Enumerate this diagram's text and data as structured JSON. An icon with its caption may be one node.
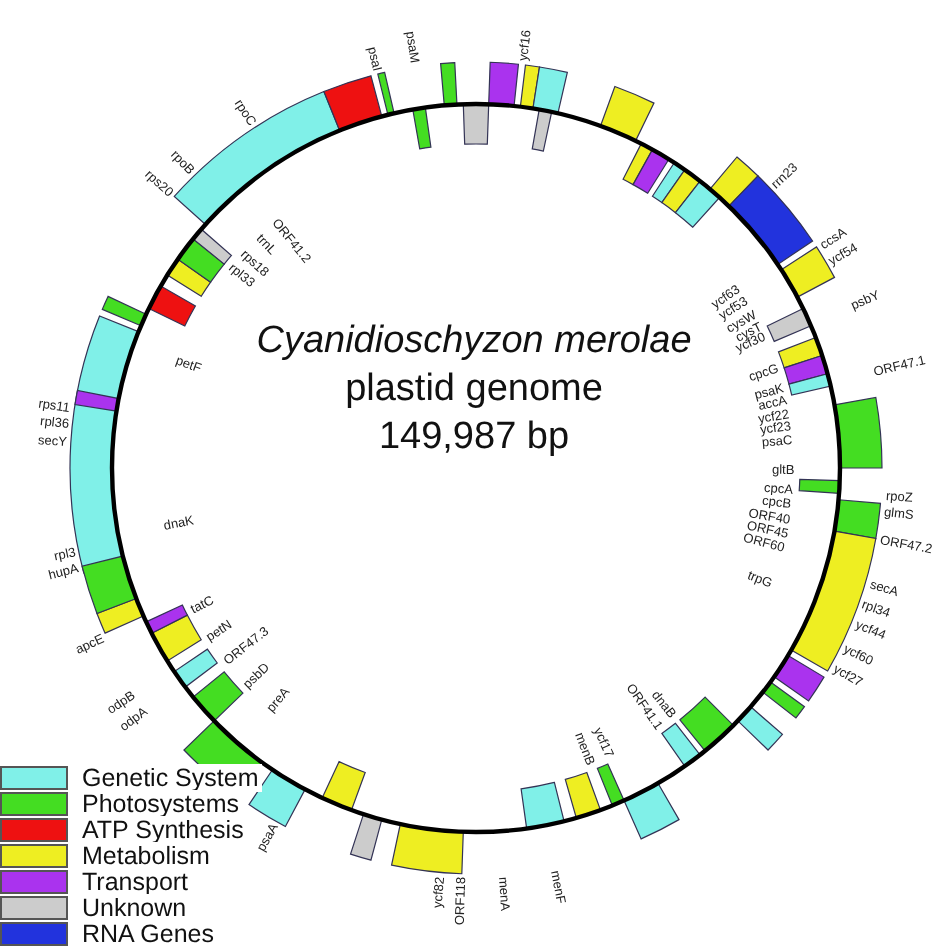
{
  "diagram": {
    "labels": [
      "Cyanidioschyzon merolae",
      "plastid genome",
      "149,987 bp",
      "rpoC",
      "rpoB",
      "rps20",
      "psaI",
      "psaM",
      "ycf16",
      "rrn23",
      "ccsA",
      "ycf54",
      "psbY",
      "ORF47.1",
      "rpoZ",
      "glmS",
      "ORF47.2",
      "secA",
      "rpl34",
      "ycf44",
      "ycf60",
      "ycf27",
      "ycf82",
      "ORF118",
      "menA",
      "menF",
      "psaA",
      "odpB",
      "odpA",
      "apcE",
      "hupA",
      "rpl3",
      "secY",
      "rpl36",
      "rps11",
      "rpl33",
      "rps18",
      "trnL",
      "ORF41.2",
      "petF",
      "dnaK",
      "tatC",
      "preA",
      "petN",
      "ORF47.3",
      "psbD",
      "ycf63",
      "ycf53",
      "cysW",
      "cysT",
      "ycf30",
      "cpcG",
      "psaK",
      "accA",
      "ycf22",
      "ycf23",
      "psaC",
      "gltB",
      "cpcA",
      "cpcB",
      "ORF40",
      "ORF45",
      "ORF60",
      "trpG",
      "dnaB",
      "ORF41.1",
      "ycf17",
      "menB"
    ],
    "legend": [
      {
        "text": "Genetic System",
        "color": "#80f0e8"
      },
      {
        "text": "Photosystems",
        "color": "#44dd22"
      },
      {
        "text": "ATP Synthesis",
        "color": "#ee1111"
      },
      {
        "text": "Metabolism",
        "color": "#eeee22"
      },
      {
        "text": "Transport",
        "color": "#aa33ee"
      },
      {
        "text": "Unknown",
        "color": "#cccccc"
      },
      {
        "text": "RNA Genes",
        "color": "#2233dd"
      }
    ]
  }
}
